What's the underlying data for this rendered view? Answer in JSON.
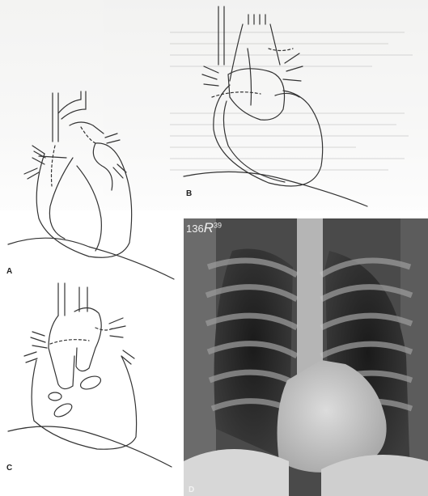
{
  "figure": {
    "panels": [
      {
        "id": "A",
        "label": "A"
      },
      {
        "id": "B",
        "label": "B"
      },
      {
        "id": "C",
        "label": "C"
      },
      {
        "id": "D",
        "label": "D"
      }
    ],
    "xray_marker": {
      "number": "136",
      "side": "R",
      "superscript": "39"
    }
  }
}
